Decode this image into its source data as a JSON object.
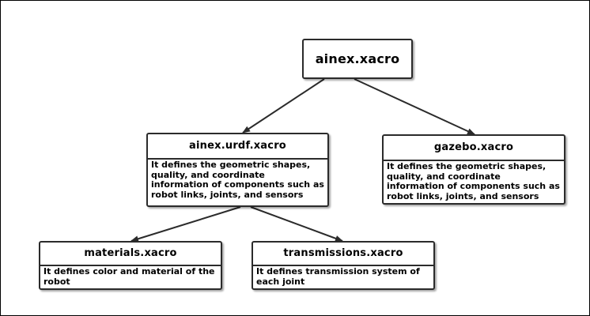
{
  "nodes": {
    "root": {
      "title": "ainex.xacro"
    },
    "urdf": {
      "title": "ainex.urdf.xacro",
      "description": "It defines the geometric shapes, quality, and coordinate information of components such as robot links, joints, and sensors"
    },
    "gazebo": {
      "title": "gazebo.xacro",
      "description": "It defines the geometric shapes, quality, and coordinate information of components such as robot links, joints, and sensors"
    },
    "materials": {
      "title": "materials.xacro",
      "description": "It defines color and material of the robot"
    },
    "transmissions": {
      "title": "transmissions.xacro",
      "description": "It defines transmission system of each joint"
    }
  },
  "edges": [
    {
      "from": "ainex.xacro",
      "to": "ainex.urdf.xacro"
    },
    {
      "from": "ainex.xacro",
      "to": "gazebo.xacro"
    },
    {
      "from": "ainex.urdf.xacro",
      "to": "materials.xacro"
    },
    {
      "from": "ainex.urdf.xacro",
      "to": "transmissions.xacro"
    }
  ],
  "colors": {
    "stroke": "#2b2b2b",
    "background": "#ffffff"
  }
}
